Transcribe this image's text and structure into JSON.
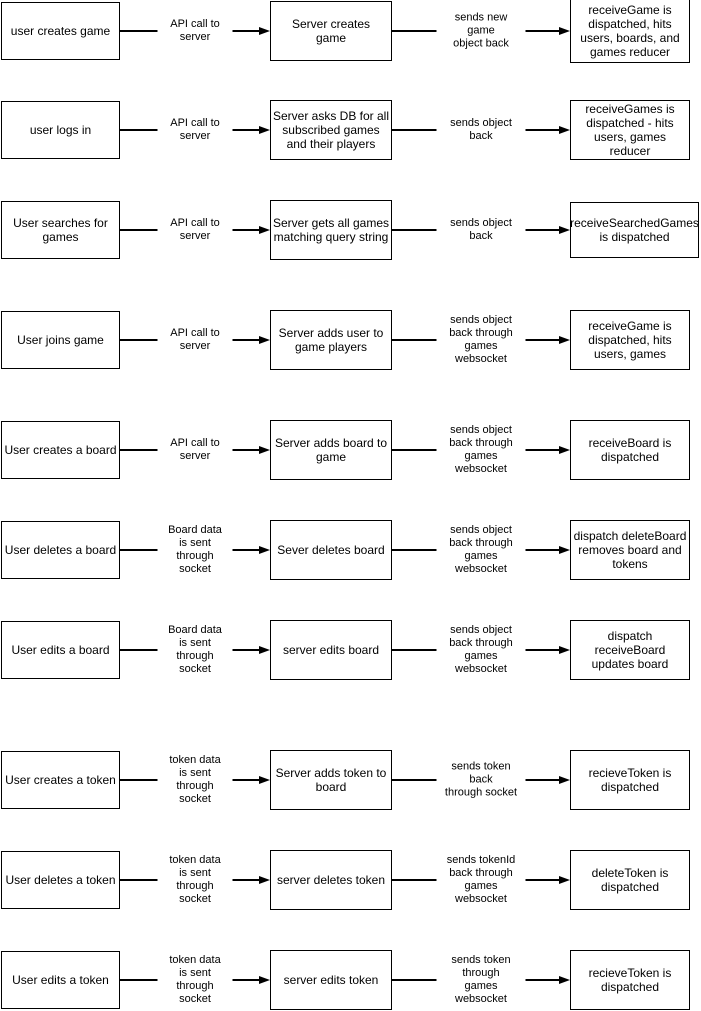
{
  "diagram": {
    "rows": [
      {
        "user_action": "user creates game",
        "request_label": "API call to server",
        "server_action": "Server creates\ngame",
        "response_label": "sends new game\nobject back",
        "dispatch_result": "receiveGame is\ndispatched, hits\nusers, boards, and\ngames reducer"
      },
      {
        "user_action": "user logs in",
        "request_label": "API call to server",
        "server_action": "Server asks DB for all\nsubscribed games\nand their players",
        "response_label": "sends object back",
        "dispatch_result": "receiveGames is\ndispatched - hits\nusers, games reducer"
      },
      {
        "user_action": "User searches for\ngames",
        "request_label": "API call to server",
        "server_action": "Server gets all games\nmatching query string",
        "response_label": "sends object back",
        "dispatch_result": "receiveSearchedGames\nis dispatched"
      },
      {
        "user_action": "User joins game",
        "request_label": "API call to server",
        "server_action": "Server adds user to\ngame players",
        "response_label": "sends object back through\ngames websocket",
        "dispatch_result": "receiveGame is\ndispatched, hits\nusers, games"
      },
      {
        "user_action": "User creates a board",
        "request_label": "API call to server",
        "server_action": "Server adds board to\ngame",
        "response_label": "sends object back through\ngames websocket",
        "dispatch_result": "receiveBoard is\ndispatched"
      },
      {
        "user_action": "User deletes a board",
        "request_label": "Board data\nis sent through\nsocket",
        "server_action": "Sever deletes board",
        "response_label": "sends object back through\ngames websocket",
        "dispatch_result": "dispatch deleteBoard\nremoves board and\ntokens"
      },
      {
        "user_action": "User edits a board",
        "request_label": "Board data\nis sent through\nsocket",
        "server_action": "server edits board",
        "response_label": "sends object back through\ngames websocket",
        "dispatch_result": "dispatch\nreceiveBoard\nupdates board"
      },
      {
        "user_action": "User creates a token",
        "request_label": "token data\nis sent through\nsocket",
        "server_action": "Server adds token to\nboard",
        "response_label": "sends token back\nthrough socket",
        "dispatch_result": "recieveToken is\ndispatched"
      },
      {
        "user_action": "User deletes a token",
        "request_label": "token data\nis sent through\nsocket",
        "server_action": "server deletes token",
        "response_label": "sends tokenId back through\ngames websocket",
        "dispatch_result": "deleteToken is\ndispatched"
      },
      {
        "user_action": "User edits a token",
        "request_label": "token data\nis sent through\nsocket",
        "server_action": "server edits token",
        "response_label": "sends token through\ngames websocket",
        "dispatch_result": "recieveToken is\ndispatched"
      }
    ]
  }
}
